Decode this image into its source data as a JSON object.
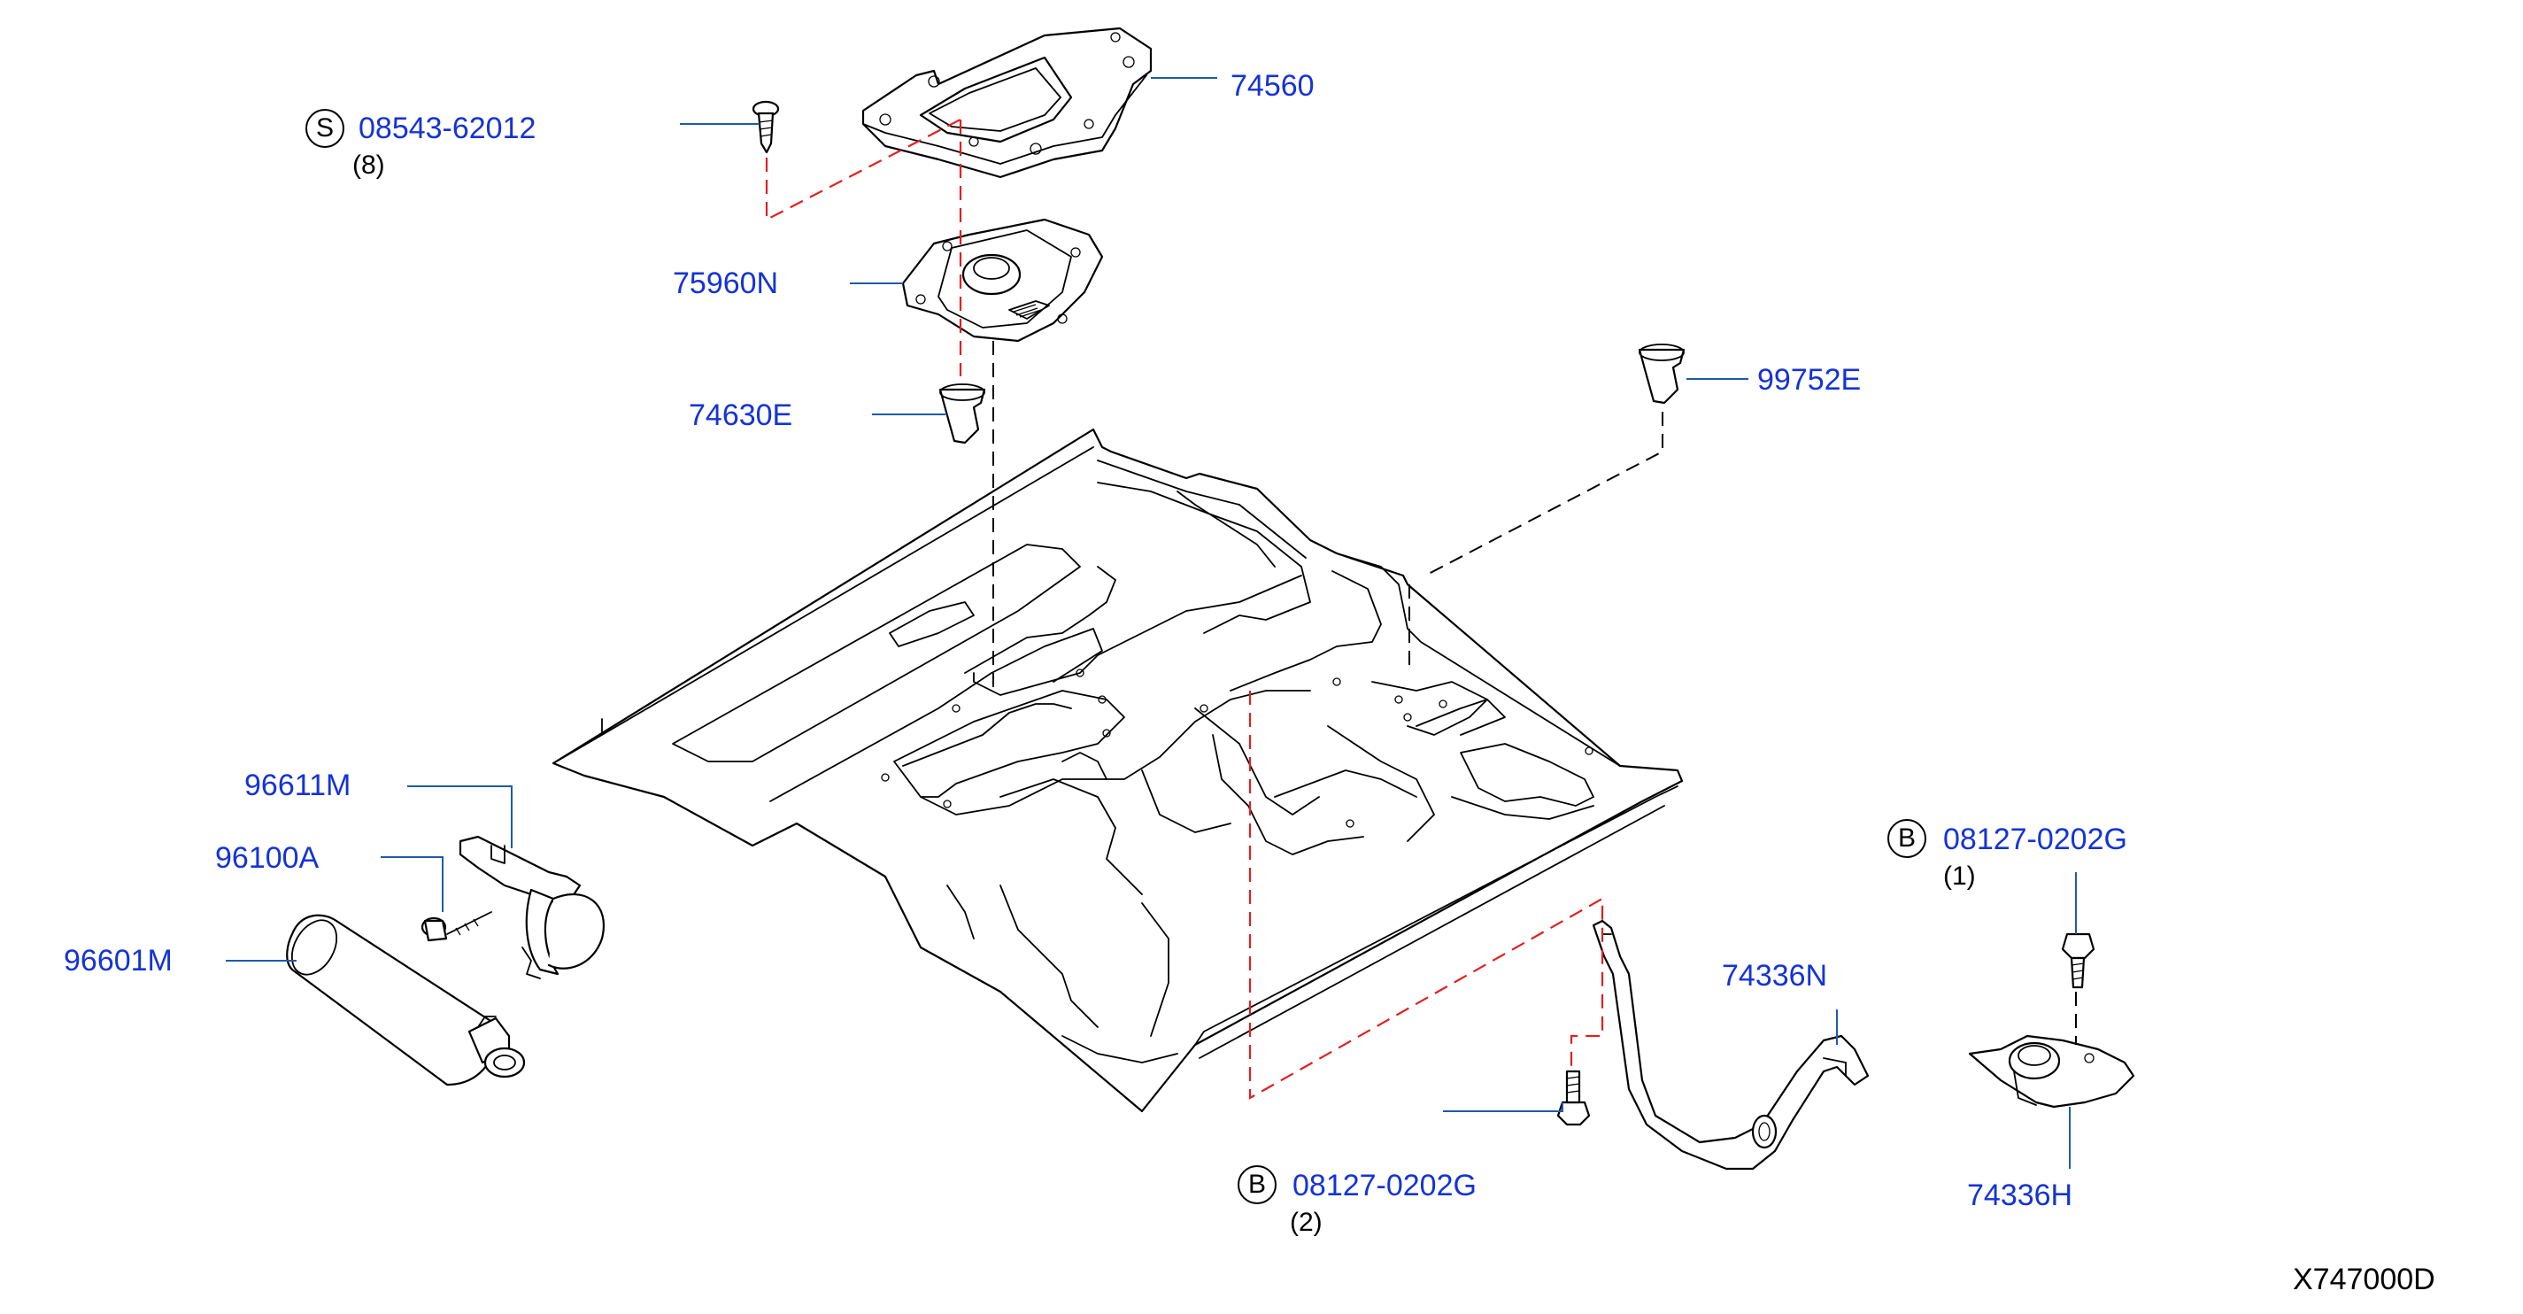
{
  "diagram_code": "X747000D",
  "parts": {
    "p74560": {
      "number": "74560"
    },
    "p08543": {
      "number": "08543-62012",
      "badge": "S",
      "qty": "(8)"
    },
    "p75960N": {
      "number": "75960N"
    },
    "p74630E": {
      "number": "74630E"
    },
    "p99752E": {
      "number": "99752E"
    },
    "p96611M": {
      "number": "96611M"
    },
    "p96100A": {
      "number": "96100A"
    },
    "p96601M": {
      "number": "96601M"
    },
    "p08127_1": {
      "number": "08127-0202G",
      "badge": "B",
      "qty": "(1)"
    },
    "p74336N": {
      "number": "74336N"
    },
    "p08127_2": {
      "number": "08127-0202G",
      "badge": "B",
      "qty": "(2)"
    },
    "p74336H": {
      "number": "74336H"
    }
  },
  "colors": {
    "label": "#1533d6",
    "leader": "#1f5aa8",
    "centerline": "#e02020",
    "line": "#000000"
  }
}
